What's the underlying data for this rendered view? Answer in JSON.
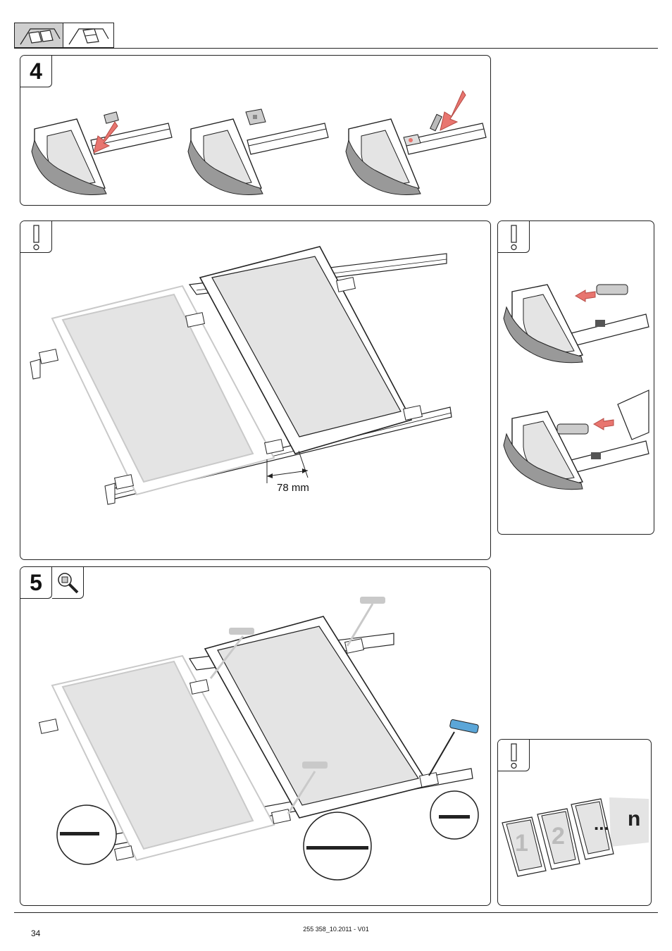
{
  "header": {
    "icons": [
      "roof-two-collectors-icon",
      "roof-collector-icon"
    ]
  },
  "step4": {
    "number": "4"
  },
  "warning_main": {
    "dimension_label": "78 mm"
  },
  "step5": {
    "number": "5"
  },
  "footer": {
    "page_number": "34",
    "doc_id": "255 358_10.2011 - V01"
  },
  "numbering_note": {
    "labels": [
      "1",
      "2",
      "...",
      "n"
    ]
  },
  "colors": {
    "arrow": "#e8756f",
    "arrow_stroke": "#b44a44",
    "collector_glass": "#e4e4e4",
    "wrench_blue": "#5ba6d8",
    "ghost": "#c9c9c9"
  }
}
